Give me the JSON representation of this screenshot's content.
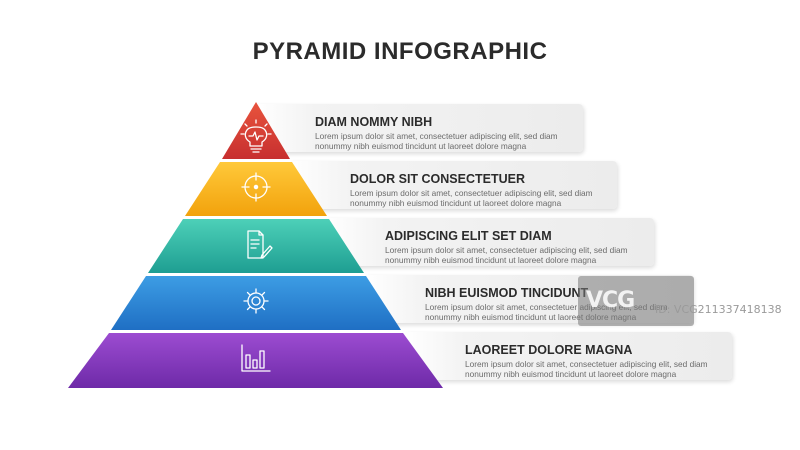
{
  "title": "PYRAMID INFOGRAPHIC",
  "colors": {
    "level_1": [
      "#e8543d",
      "#c72f2f"
    ],
    "level_2": [
      "#ffc93a",
      "#f2a20c"
    ],
    "level_3": [
      "#4dd0b8",
      "#1e9e92"
    ],
    "level_4": [
      "#3d9de4",
      "#1f6fc4"
    ],
    "level_5": [
      "#9c4cd1",
      "#6e2aa8"
    ]
  },
  "levels": [
    {
      "heading": "DIAM NOMMY NIBH",
      "line1": "Lorem ipsum dolor sit amet, consectetuer adipiscing elit, sed diam",
      "line2": "nonummy nibh euismod tincidunt ut laoreet dolore magna",
      "icon": "lightbulb-icon"
    },
    {
      "heading": "DOLOR SIT CONSECTETUER",
      "line1": "Lorem ipsum dolor sit amet, consectetuer adipiscing elit, sed diam",
      "line2": "nonummy nibh euismod tincidunt ut laoreet dolore magna",
      "icon": "target-icon"
    },
    {
      "heading": "ADIPISCING ELIT SET DIAM",
      "line1": "Lorem ipsum dolor sit amet, consectetuer adipiscing elit, sed diam",
      "line2": "nonummy nibh euismod tincidunt ut laoreet dolore magna",
      "icon": "document-edit-icon"
    },
    {
      "heading": "NIBH EUISMOD TINCIDUNT",
      "line1": "Lorem ipsum dolor sit amet, consectetuer adipiscing elit, sed diam",
      "line2": "nonummy nibh euismod tincidunt ut laoreet dolore magna",
      "icon": "gear-icon"
    },
    {
      "heading": "LAOREET DOLORE MAGNA",
      "line1": "Lorem ipsum dolor sit amet, consectetuer adipiscing elit, sed diam",
      "line2": "nonummy nibh euismod tincidunt ut laoreet dolore magna",
      "icon": "bar-chart-icon"
    }
  ],
  "watermark": {
    "logo": "VCG",
    "id": "ID: VCG211337418138"
  }
}
